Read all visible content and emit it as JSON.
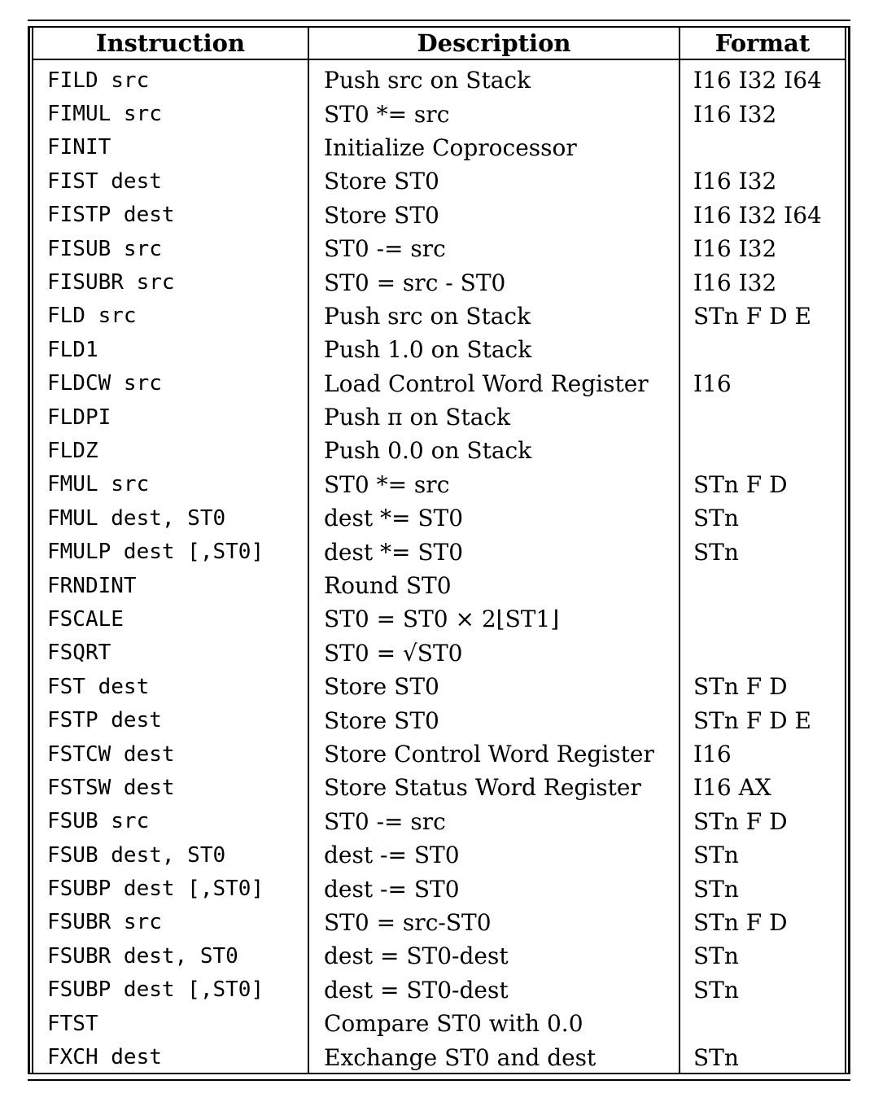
{
  "table": {
    "headers": [
      "Instruction",
      "Description",
      "Format"
    ],
    "rows": [
      {
        "instruction": "FILD src",
        "description": "Push src on Stack",
        "format": "I16 I32 I64"
      },
      {
        "instruction": "FIMUL src",
        "description": "ST0 *= src",
        "format": "I16 I32"
      },
      {
        "instruction": "FINIT",
        "description": "Initialize Coprocessor",
        "format": ""
      },
      {
        "instruction": "FIST dest",
        "description": "Store ST0",
        "format": "I16 I32"
      },
      {
        "instruction": "FISTP dest",
        "description": "Store ST0",
        "format": "I16 I32 I64"
      },
      {
        "instruction": "FISUB src",
        "description": "ST0 -= src",
        "format": "I16 I32"
      },
      {
        "instruction": "FISUBR src",
        "description": "ST0 = src - ST0",
        "format": "I16 I32"
      },
      {
        "instruction": "FLD src",
        "description": "Push src on Stack",
        "format": "STn F D E"
      },
      {
        "instruction": "FLD1",
        "description": "Push 1.0 on Stack",
        "format": ""
      },
      {
        "instruction": "FLDCW src",
        "description": "Load Control Word Register",
        "format": "I16"
      },
      {
        "instruction": "FLDPI",
        "description": "Push π on Stack",
        "format": ""
      },
      {
        "instruction": "FLDZ",
        "description": "Push 0.0 on Stack",
        "format": ""
      },
      {
        "instruction": "FMUL src",
        "description": "ST0 *= src",
        "format": "STn F D"
      },
      {
        "instruction": "FMUL dest, ST0",
        "description": "dest *= ST0",
        "format": "STn"
      },
      {
        "instruction": "FMULP dest [,ST0]",
        "description": "dest *= ST0",
        "format": "STn"
      },
      {
        "instruction": "FRNDINT",
        "description": "Round ST0",
        "format": ""
      },
      {
        "instruction": "FSCALE",
        "description": "ST0 = ST0 × 2⌊ST1⌋",
        "format": ""
      },
      {
        "instruction": "FSQRT",
        "description": "ST0 = √ST0",
        "format": ""
      },
      {
        "instruction": "FST dest",
        "description": "Store ST0",
        "format": "STn F D"
      },
      {
        "instruction": "FSTP dest",
        "description": "Store ST0",
        "format": "STn F D E"
      },
      {
        "instruction": "FSTCW dest",
        "description": "Store Control Word Register",
        "format": "I16"
      },
      {
        "instruction": "FSTSW dest",
        "description": "Store Status Word Register",
        "format": "I16 AX"
      },
      {
        "instruction": "FSUB src",
        "description": "ST0 -= src",
        "format": "STn F D"
      },
      {
        "instruction": "FSUB dest, ST0",
        "description": "dest -= ST0",
        "format": "STn"
      },
      {
        "instruction": "FSUBP dest [,ST0]",
        "description": "dest -= ST0",
        "format": "STn"
      },
      {
        "instruction": "FSUBR src",
        "description": "ST0 = src-ST0",
        "format": "STn F D"
      },
      {
        "instruction": "FSUBR dest, ST0",
        "description": "dest = ST0-dest",
        "format": "STn"
      },
      {
        "instruction": "FSUBP dest [,ST0]",
        "description": "dest = ST0-dest",
        "format": "STn"
      },
      {
        "instruction": "FTST",
        "description": "Compare ST0 with 0.0",
        "format": ""
      },
      {
        "instruction": "FXCH dest",
        "description": "Exchange ST0 and dest",
        "format": "STn"
      }
    ]
  }
}
